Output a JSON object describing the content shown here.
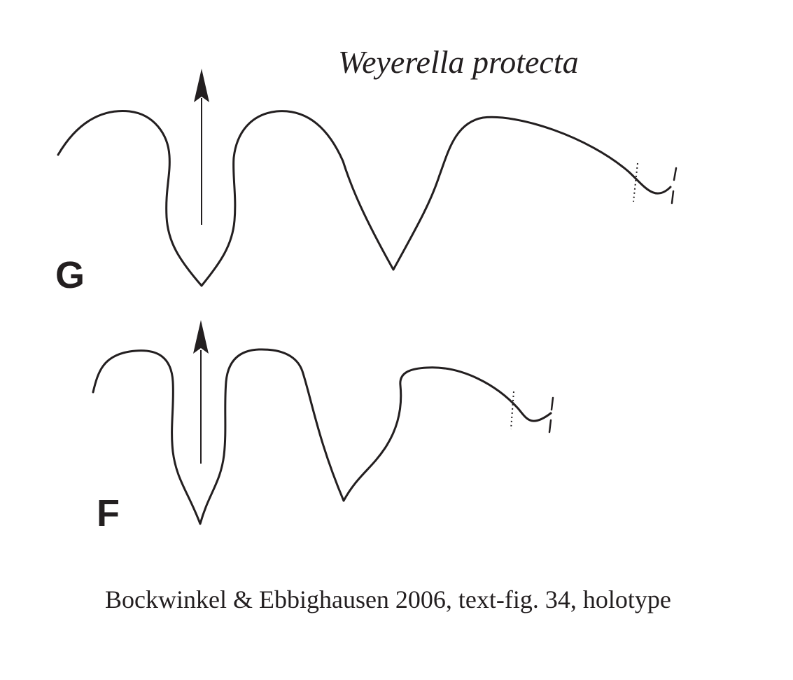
{
  "figure": {
    "title": "Weyerella protecta",
    "caption": "Bockwinkel & Ebbighausen 2006, text-fig. 34, holotype",
    "colors": {
      "ink": "#231f20",
      "background": "#ffffff"
    }
  },
  "sutures": [
    {
      "label": "G",
      "arrow": "up-arrow-icon"
    },
    {
      "label": "F",
      "arrow": "up-arrow-icon"
    }
  ]
}
